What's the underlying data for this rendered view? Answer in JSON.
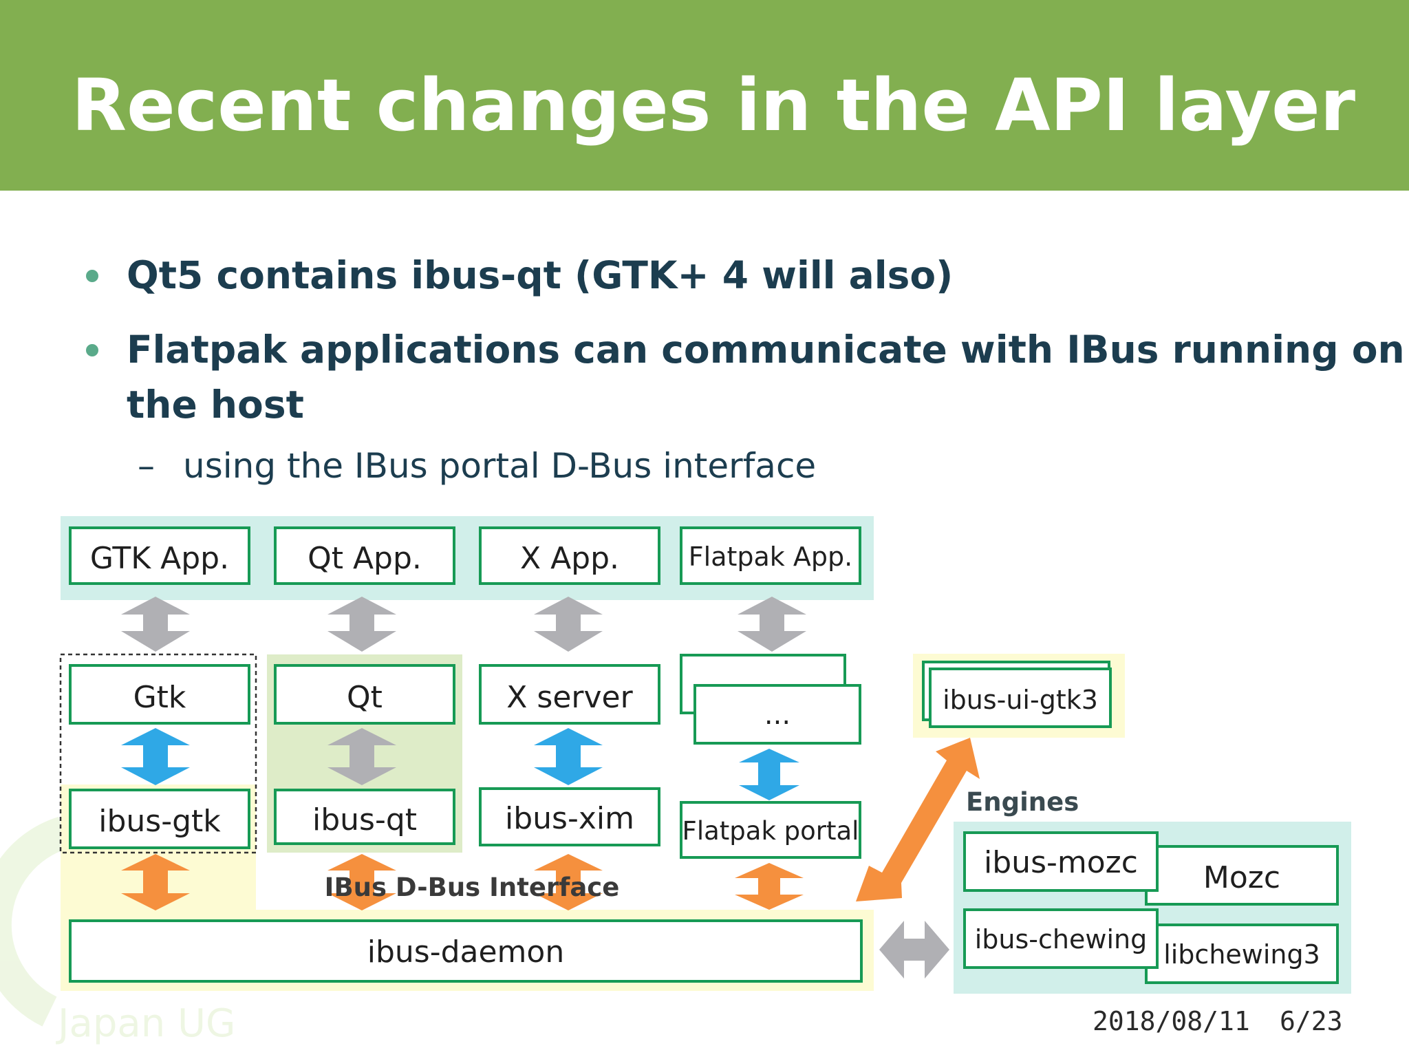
{
  "slide": {
    "title": "Recent changes in the API layer",
    "bullets": [
      {
        "text": "Qt5 contains ibus-qt (GTK+ 4 will also)"
      },
      {
        "text": "Flatpak applications can communicate with IBus running on",
        "continuation": "the host"
      }
    ],
    "sub_bullet": "using the IBus portal D-Bus interface",
    "sub_bullet_marker": "–"
  },
  "diagram": {
    "apps": [
      "GTK App.",
      "Qt App.",
      "X App.",
      "Flatpak App."
    ],
    "toolkits": [
      "Gtk",
      "Qt",
      "X server",
      "..."
    ],
    "modules": [
      "ibus-gtk",
      "ibus-qt",
      "ibus-xim",
      "Flatpak portal"
    ],
    "interface_label": "IBus D-Bus Interface",
    "daemon": "ibus-daemon",
    "panel": "ibus-ui-gtk3",
    "engines_label": "Engines",
    "engines": [
      {
        "engine": "ibus-mozc",
        "library": "Mozc"
      },
      {
        "engine": "ibus-chewing",
        "library": "libchewing3"
      }
    ],
    "colors": {
      "box_border": "#179a55",
      "app_band": "#d1efea",
      "qt_band": "#deecc8",
      "yellow_band": "#fdfbd3",
      "engine_band": "#d1efea",
      "gray_arrow": "#b0b0b4",
      "blue_arrow": "#2fa8e6",
      "orange_arrow": "#f5903e"
    }
  },
  "footer": {
    "date": "2018/08/11",
    "page": "6/23"
  },
  "watermark": {
    "text": "Japan UG"
  }
}
